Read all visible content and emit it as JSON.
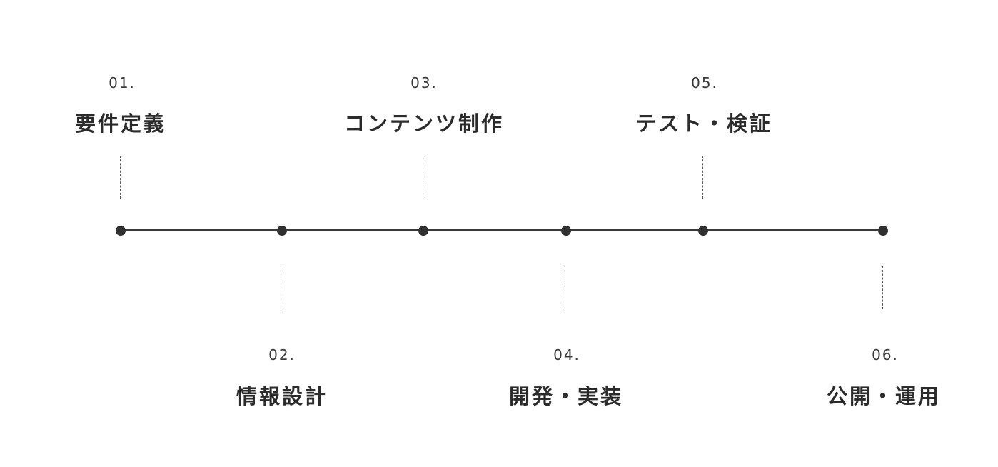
{
  "steps": [
    {
      "number": "01.",
      "title": "要件定義"
    },
    {
      "number": "02.",
      "title": "情報設計"
    },
    {
      "number": "03.",
      "title": "コンテンツ制作"
    },
    {
      "number": "04.",
      "title": "開発・実装"
    },
    {
      "number": "05.",
      "title": "テスト・検証"
    },
    {
      "number": "06.",
      "title": "公開・運用"
    }
  ],
  "colors": {
    "line": "#3a3a3a",
    "node": "#2f2f2f",
    "text": "#2b2b2b"
  }
}
